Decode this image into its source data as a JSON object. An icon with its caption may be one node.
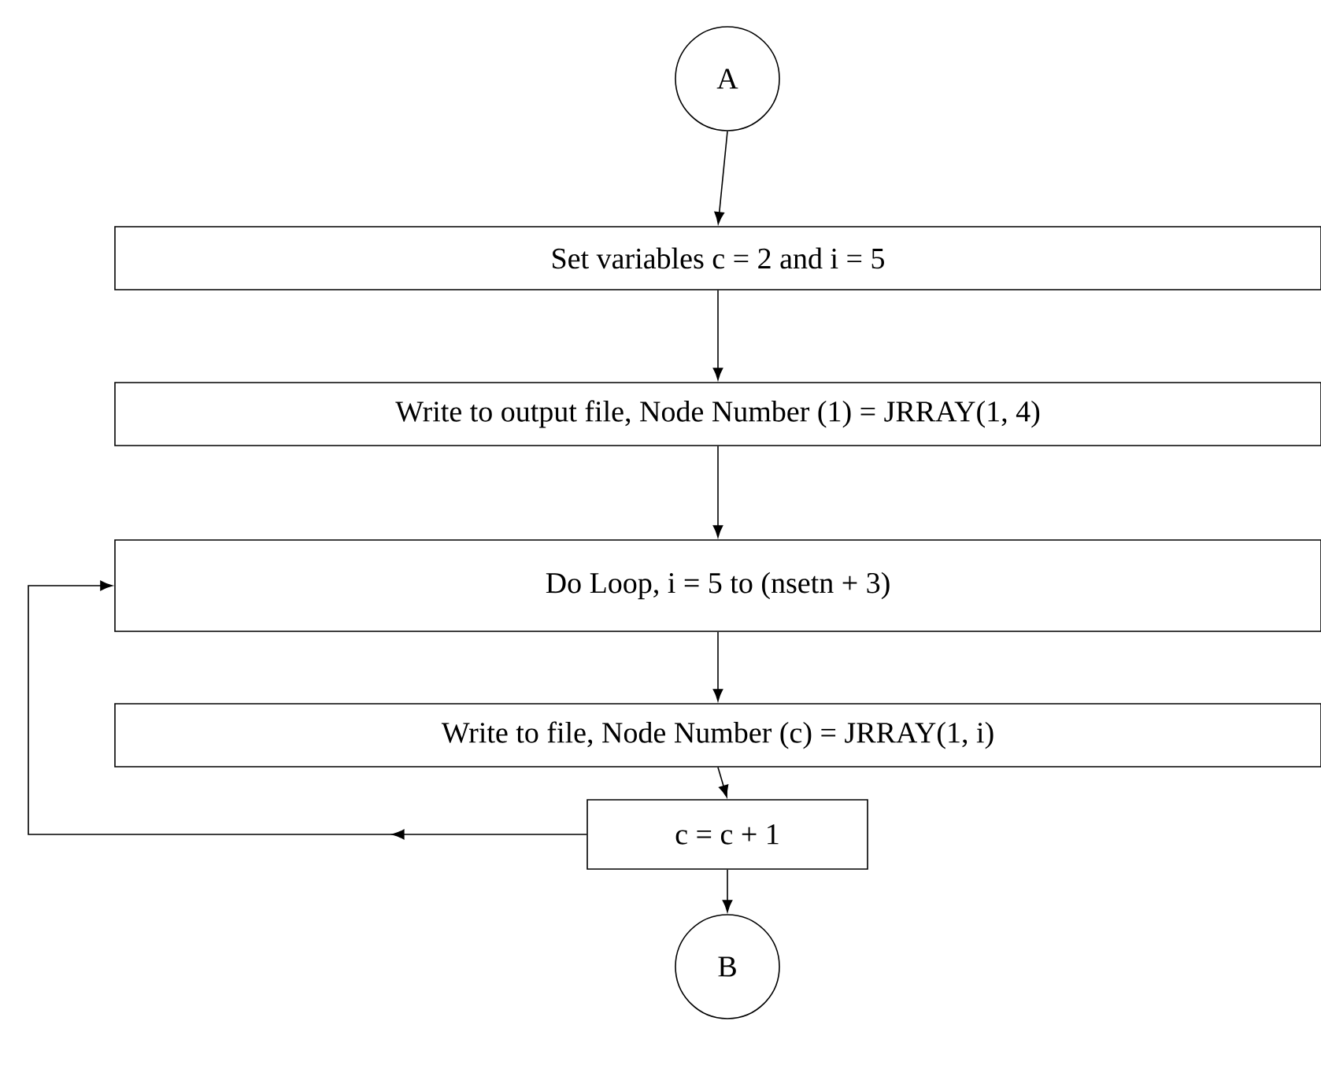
{
  "diagram": {
    "nodes": [
      {
        "text": [
          "A"
        ]
      },
      {
        "text": [
          "Set variables c = 2 and i = 5"
        ]
      },
      {
        "text": [
          "Write to output file, Node Number (1) = JRRAY(1, 4)"
        ]
      },
      {
        "text": [
          "Do Loop, i = 5 to (nsetn + 3)"
        ]
      },
      {
        "text": [
          "Write to file, Node Number (c) = JRRAY(1, i)"
        ]
      },
      {
        "text": [
          "c = c + 1"
        ]
      },
      {
        "text": [
          "B"
        ]
      }
    ],
    "edges": [
      {
        "from": 0,
        "to": 1,
        "arrow": "to"
      },
      {
        "from": 1,
        "to": 2,
        "arrow": "to"
      },
      {
        "from": 2,
        "to": 3,
        "arrow": "to"
      },
      {
        "from": 3,
        "to": 4,
        "arrow": "to"
      },
      {
        "from": 4,
        "to": 5,
        "arrow": "to"
      },
      {
        "from": 5,
        "to": 6,
        "arrow": "to"
      },
      {
        "from": 5,
        "to": 3,
        "arrow": "to"
      }
    ]
  }
}
